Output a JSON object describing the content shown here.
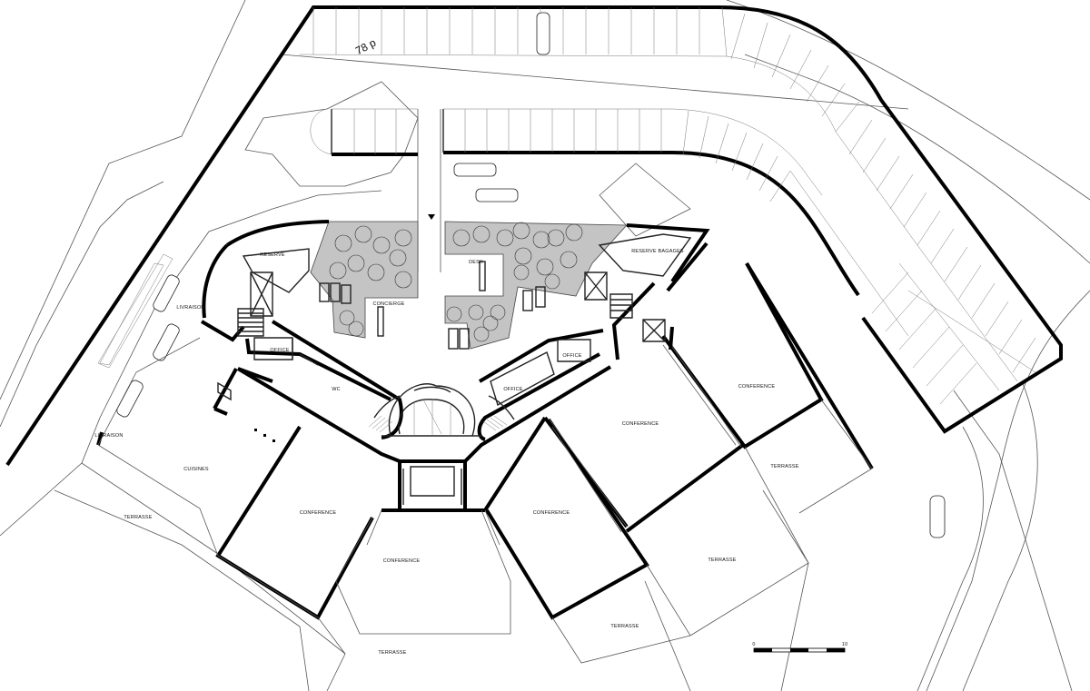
{
  "plan": {
    "parking_count": "78 p",
    "rooms": {
      "reserve": "RESERVE",
      "reserve_bagages": "RESERVE BAGAGES",
      "desk": "DESK",
      "concierge": "CONCIERGE",
      "livraison_upper": "LIVRAISON",
      "livraison_lower": "LIVRAISON",
      "office_left": "OFFICE",
      "office_right_small": "OFFICE",
      "office_right": "OFFICE",
      "wc": "WC",
      "cuisines": "CUISINES",
      "conference_left": "CONFERENCE",
      "conference_center": "CONFERENCE",
      "conference_right": "CONFERENCE",
      "conference_east": "CONFERENCE",
      "conference_far_east": "CONFERENCE",
      "terrasse_west": "TERRASSE",
      "terrasse_south": "TERRASSE",
      "terrasse_southeast": "TERRASSE",
      "terrasse_east": "TERRASSE",
      "terrasse_far_east": "TERRASSE"
    },
    "scale_bar": {
      "start": "0",
      "end": "10"
    }
  }
}
